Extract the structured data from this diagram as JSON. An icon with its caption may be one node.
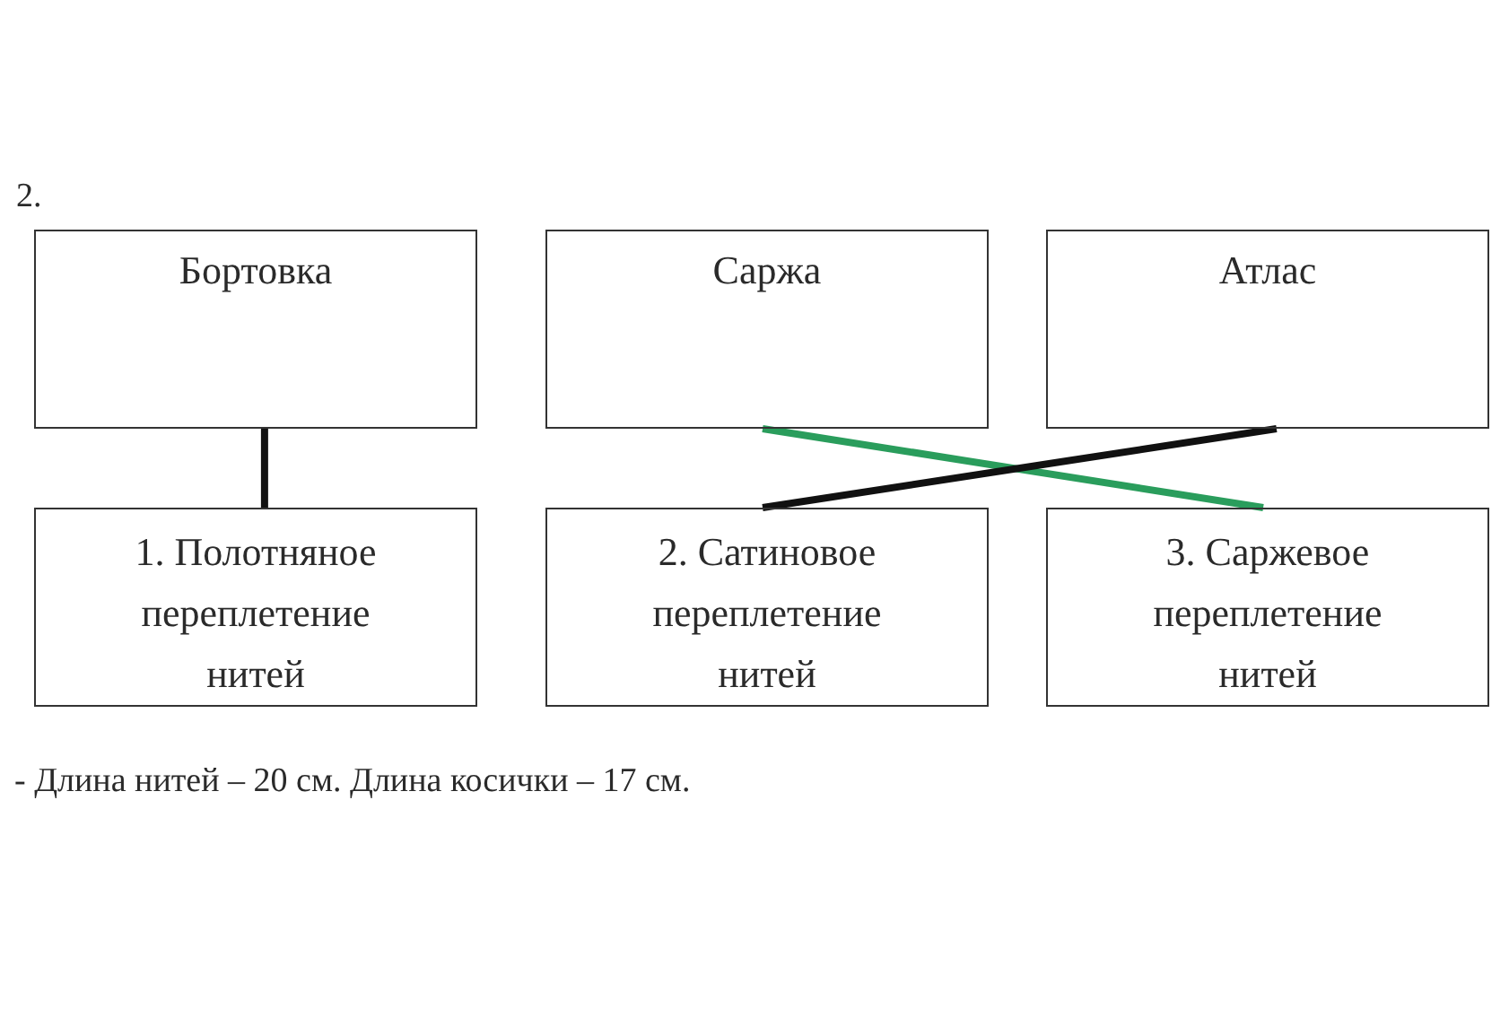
{
  "diagram": {
    "nodes": [
      {
        "text": [
          "Бортовка"
        ]
      },
      {
        "text": [
          "Саржа"
        ]
      },
      {
        "text": [
          "Атлас"
        ]
      },
      {
        "text": [
          "1. Полотняное переплетение нитей"
        ]
      },
      {
        "text": [
          "2. Сатиновое переплетение нитей"
        ]
      },
      {
        "text": [
          "3. Саржевое переплетение нитей"
        ]
      }
    ],
    "edges": [
      {
        "from": 0,
        "to": 3,
        "arrow": "none"
      },
      {
        "from": 1,
        "to": 5,
        "arrow": "none",
        "color": "#2a9d5c"
      },
      {
        "from": 2,
        "to": 4,
        "arrow": "none"
      }
    ],
    "labels": [
      "2.",
      "- Длина нитей – 20 см. Длина косички – 17 см."
    ]
  }
}
